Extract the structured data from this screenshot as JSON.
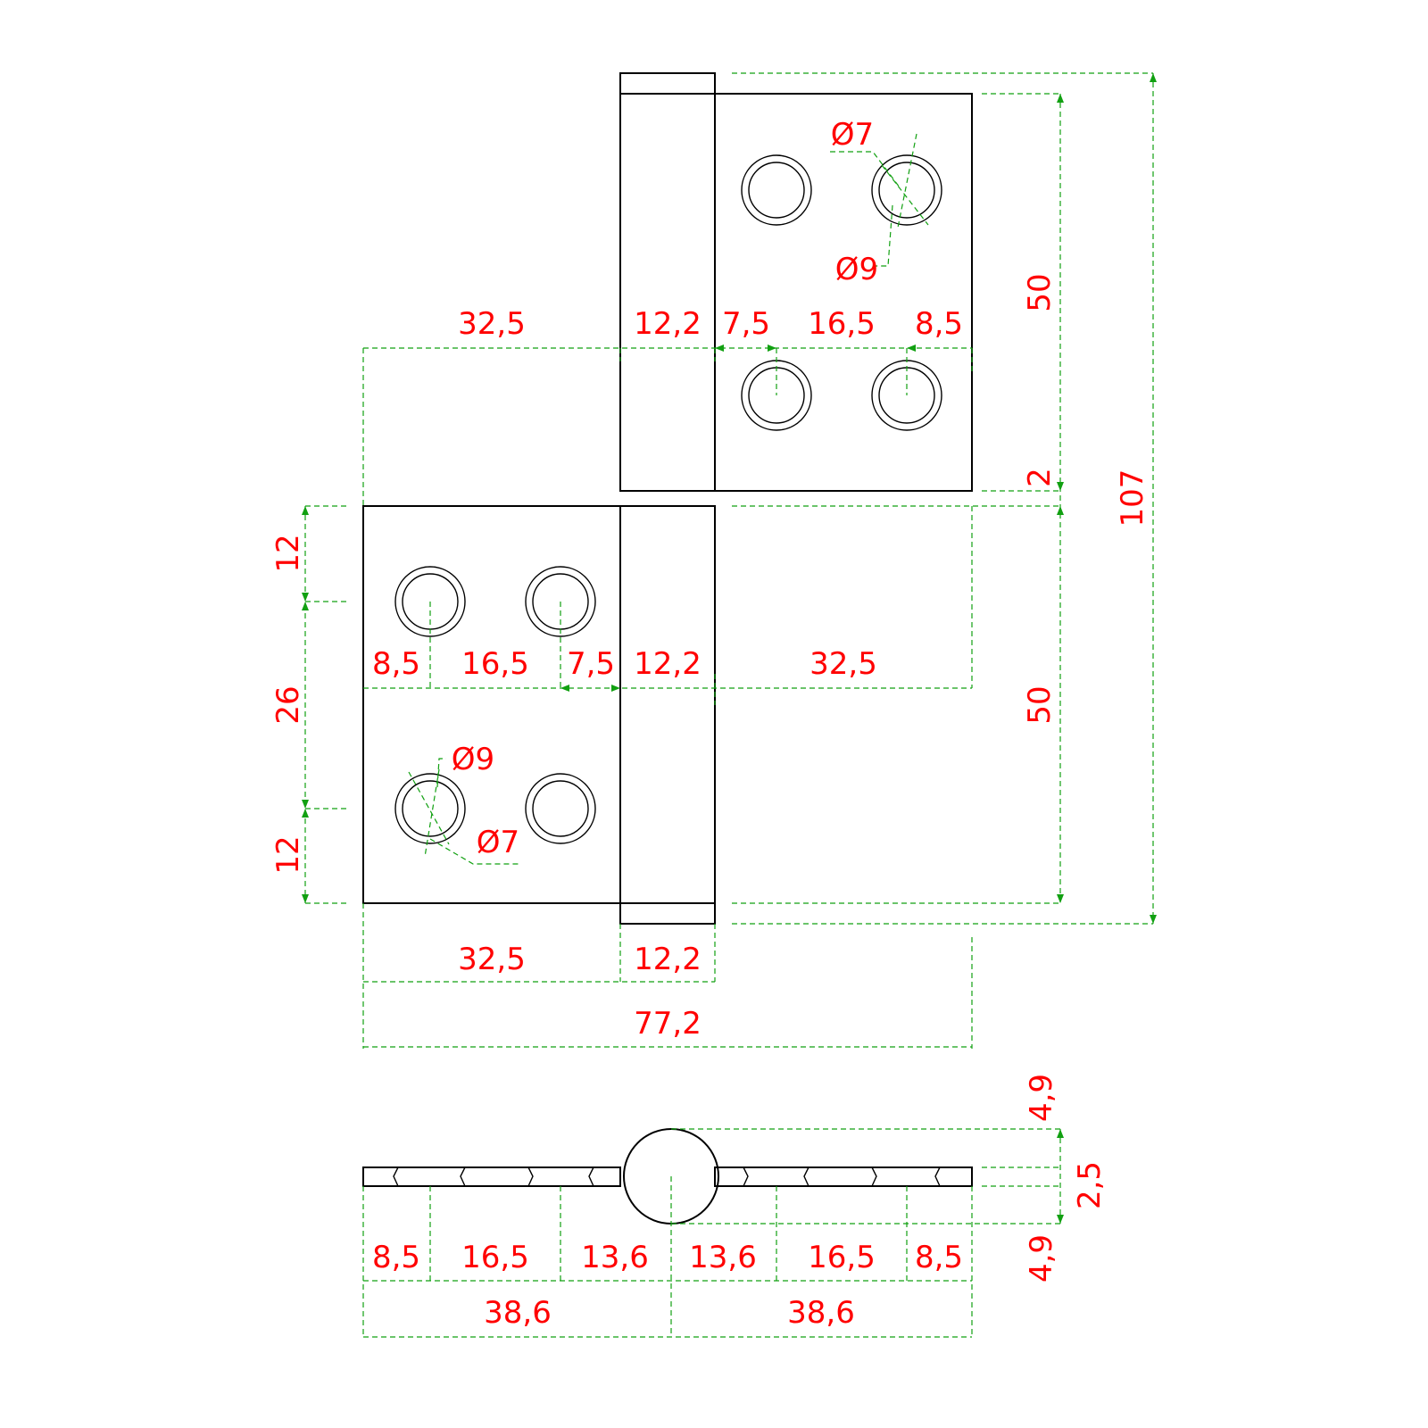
{
  "colors": {
    "line": "#000000",
    "dimension_line": "#11a011",
    "dimension_text": "#ff0000"
  },
  "labels": {
    "d1": "32,5",
    "d2": "12,2",
    "d3": "7,5",
    "d4": "16,5",
    "d5": "8,5",
    "d6": "Ø7",
    "d7": "Ø9",
    "d8": "50",
    "d9": "2",
    "d10": "107",
    "d11": "12",
    "d12": "26",
    "d13": "12",
    "d14": "8,5",
    "d15": "16,5",
    "d16": "7,5",
    "d17": "12,2",
    "d18": "32,5",
    "d19": "50",
    "d20": "Ø9",
    "d21": "Ø7",
    "d22": "32,5",
    "d23": "12,2",
    "d24": "77,2",
    "d25": "4,9",
    "d26": "2,5",
    "d27": "4,9",
    "d28": "8,5",
    "d29": "16,5",
    "d30": "13,6",
    "d31": "13,6",
    "d32": "16,5",
    "d33": "8,5",
    "d34": "38,6",
    "d35": "38,6"
  }
}
